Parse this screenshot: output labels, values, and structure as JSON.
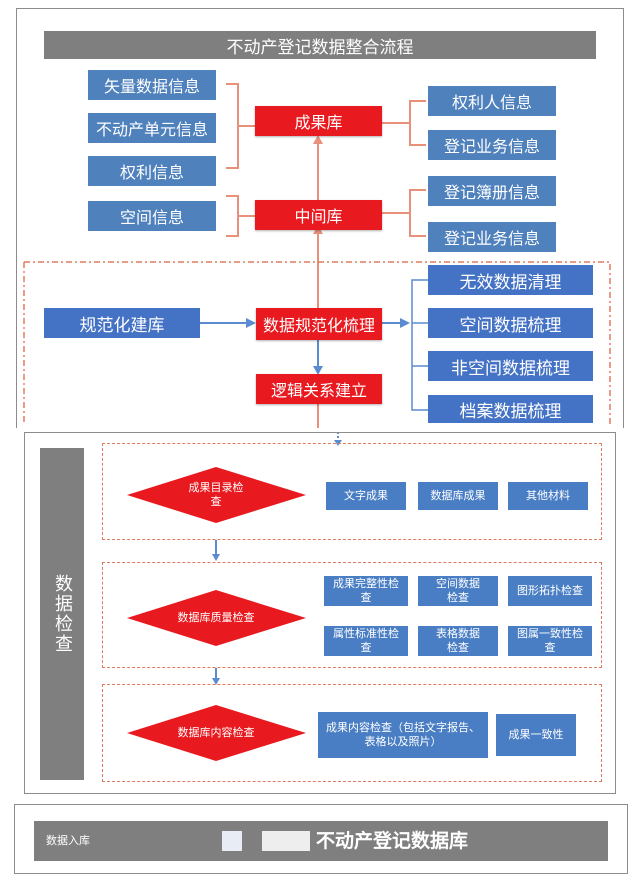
{
  "title": "不动产登记数据整合流程",
  "left_info": [
    "矢量数据信息",
    "不动产单元信息",
    "权利信息",
    "空间信息"
  ],
  "result_db": "成果库",
  "mid_db": "中间库",
  "right_top": [
    "权利人信息",
    "登记业务信息"
  ],
  "right_mid": [
    "登记簿册信息",
    "登记业务信息"
  ],
  "normalize_build": "规范化建库",
  "normalize_sort": "数据规范化梳理",
  "logic_build": "逻辑关系建立",
  "cleanup": [
    "无效数据清理",
    "空间数据梳理",
    "非空间数据梳理",
    "档案数据梳理"
  ],
  "check_label": "数据检查",
  "check1": {
    "diamond": "成果目录检查",
    "items": [
      "文字成果",
      "数据库成果",
      "其他材料"
    ]
  },
  "check2": {
    "diamond": "数据库质量检查",
    "items": [
      "成果完整性检查",
      "空间数据检查",
      "图形拓扑检查",
      "属性标准性检查",
      "表格数据检查",
      "图属一致性检查"
    ]
  },
  "check3": {
    "diamond": "数据库内容检查",
    "items": [
      "成果内容检查（包括文字报告、表格以及照片）",
      "成果一致性"
    ]
  },
  "footer": {
    "left_label": "数据入库",
    "db_name": "不动产登记数据库"
  },
  "colors": {
    "red": "#e8191f",
    "blue": "#4f81bd",
    "gray": "#7f7f7f",
    "connector": "#e8907a"
  }
}
